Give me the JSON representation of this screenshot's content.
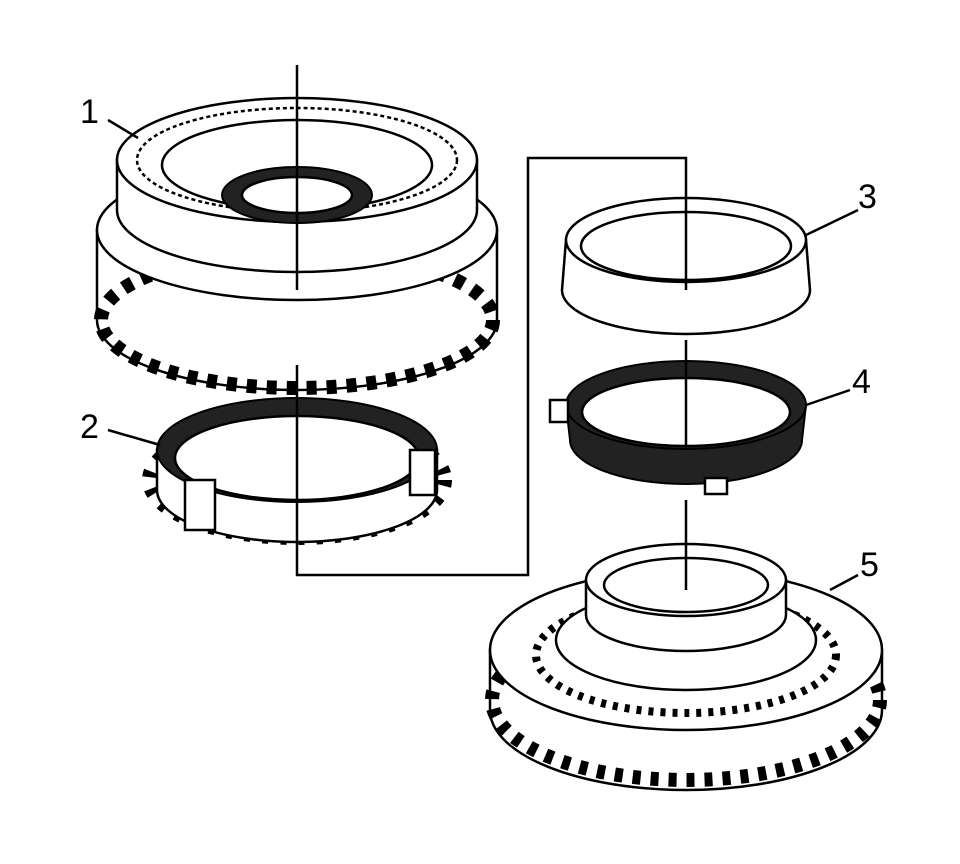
{
  "diagram": {
    "type": "exploded-view",
    "callouts": [
      {
        "id": "1",
        "label": "1"
      },
      {
        "id": "2",
        "label": "2"
      },
      {
        "id": "3",
        "label": "3"
      },
      {
        "id": "4",
        "label": "4"
      },
      {
        "id": "5",
        "label": "5"
      }
    ]
  }
}
